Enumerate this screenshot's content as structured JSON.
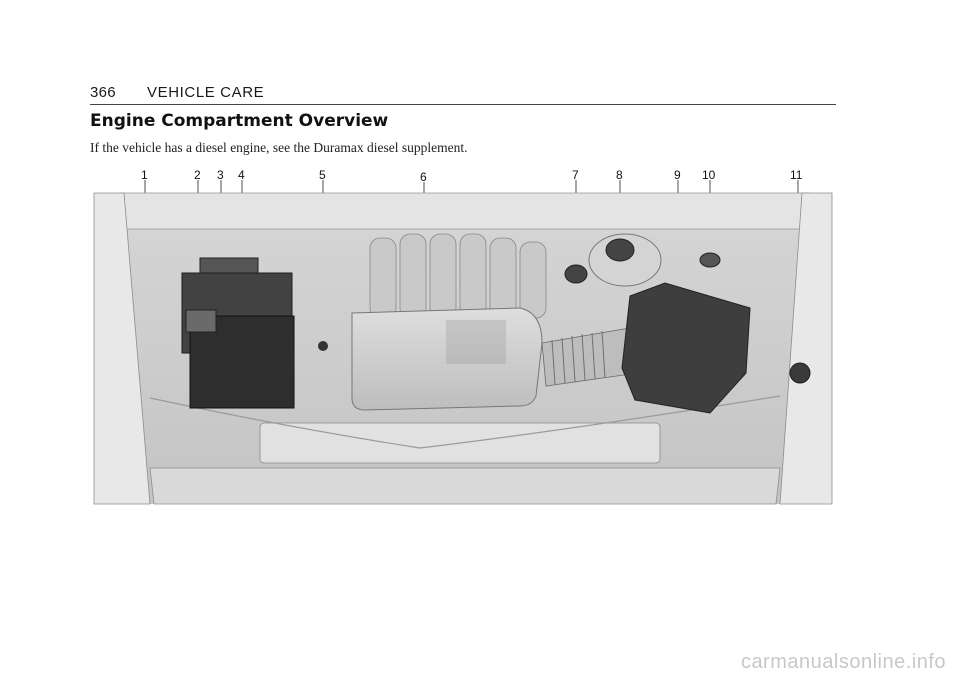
{
  "header": {
    "page_number": "366",
    "section_title": "VEHICLE CARE"
  },
  "content": {
    "heading": "Engine Compartment Overview",
    "intro": "If the vehicle has a diesel engine, see the Duramax diesel supplement."
  },
  "figure": {
    "callouts": [
      "1",
      "2",
      "3",
      "4",
      "5",
      "6",
      "7",
      "8",
      "9",
      "10",
      "11"
    ]
  },
  "footer": {
    "watermark": "carmanualsonline.info"
  }
}
